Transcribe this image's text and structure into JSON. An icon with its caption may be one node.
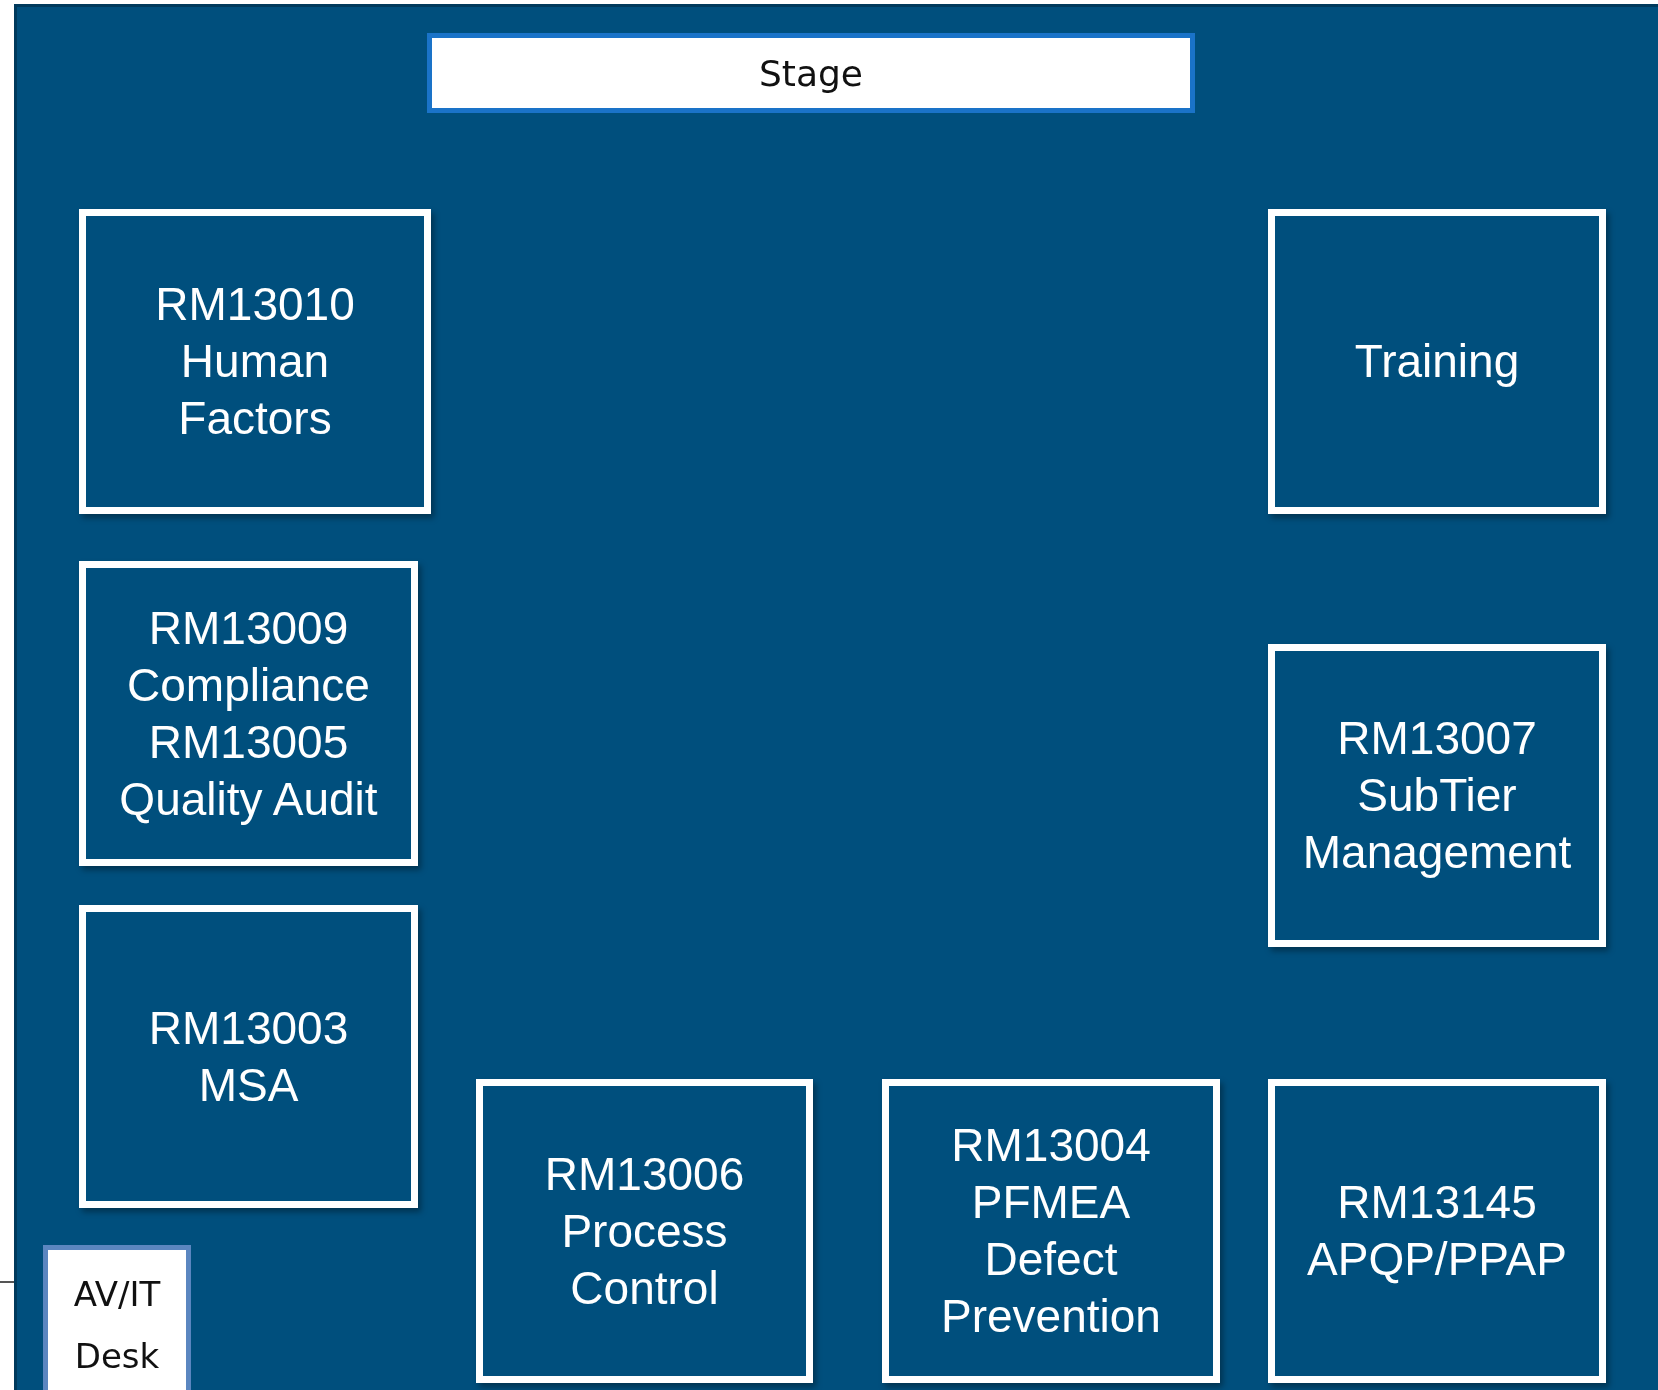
{
  "diagram": {
    "nodes": [
      {
        "text": [
          "Stage"
        ]
      },
      {
        "text": [
          "RM13010 Human Factors"
        ]
      },
      {
        "text": [
          "Training"
        ]
      },
      {
        "text": [
          "RM13009 Compliance RM13005 Quality Audit"
        ]
      },
      {
        "text": [
          "RM13007 SubTier Management"
        ]
      },
      {
        "text": [
          "RM13003 MSA"
        ]
      },
      {
        "text": [
          "RM13006 Process Control"
        ]
      },
      {
        "text": [
          "RM13004 PFMEA Defect Prevention"
        ]
      },
      {
        "text": [
          "RM13145 APQP/PPAP"
        ]
      },
      {
        "text": [
          "AV/IT Desk"
        ]
      }
    ]
  }
}
